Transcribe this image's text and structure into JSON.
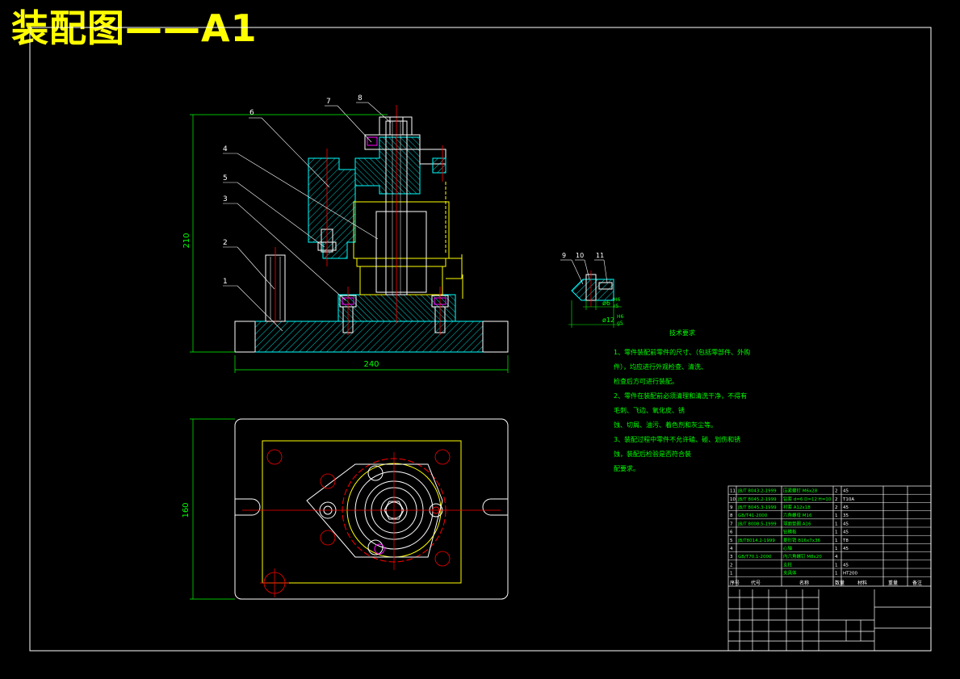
{
  "title": "装配图——A1",
  "dims": {
    "height": "210",
    "width": "240",
    "plan_height": "160"
  },
  "detail_dims": {
    "d1": "ø6",
    "d1_fit": "H6",
    "d1_fit2": "r5",
    "d2": "ø12",
    "d2_fit": "H6",
    "d2_fit2": "g5"
  },
  "part_labels": [
    "1",
    "2",
    "3",
    "4",
    "5",
    "6",
    "7",
    "8",
    "9",
    "10",
    "11"
  ],
  "tech_notes": {
    "heading": "技术要求",
    "lines": [
      "1、零件装配前零件的尺寸、（包括零部件、外购件），均应进行外观检查、清洗、",
      "检查后方可进行装配。",
      "2、零件在装配前必须清理和清洗干净，不得有毛刺、飞边、氧化皮、锈",
      "蚀、切屑、油污、着色剂和灰尘等。",
      "3、装配过程中零件不允许磕、碰、划伤和锈蚀，装配后检验是否符合装",
      "配要求。"
    ]
  },
  "bom": [
    {
      "no": "11",
      "code": "JB/T 8043.2-1999",
      "name": "压紧螺钉 M6x28",
      "qty": "2",
      "mat": "45"
    },
    {
      "no": "10",
      "code": "JB/T 8045.2-1999",
      "name": "钻套 d=6 D=12 H=10",
      "qty": "2",
      "mat": "T10A"
    },
    {
      "no": "9",
      "code": "JB/T 8045.3-1999",
      "name": "衬套 A12x18",
      "qty": "2",
      "mat": "45"
    },
    {
      "no": "8",
      "code": "GB/T41-2000",
      "name": "六角螺母 M16",
      "qty": "1",
      "mat": "35"
    },
    {
      "no": "7",
      "code": "JB/T 8008.5-1999",
      "name": "球面垫圈 A16",
      "qty": "1",
      "mat": "45"
    },
    {
      "no": "6",
      "code": "",
      "name": "钻模板",
      "qty": "1",
      "mat": "45"
    },
    {
      "no": "5",
      "code": "JB/T8014.2-1999",
      "name": "菱形销 B16x7x36",
      "qty": "1",
      "mat": "T8"
    },
    {
      "no": "4",
      "code": "",
      "name": "心轴",
      "qty": "1",
      "mat": "45"
    },
    {
      "no": "3",
      "code": "GB/T70.1-2000",
      "name": "内六角螺钉 M8x20",
      "qty": "4",
      "mat": ""
    },
    {
      "no": "2",
      "code": "",
      "name": "支柱",
      "qty": "1",
      "mat": "45"
    },
    {
      "no": "1",
      "code": "",
      "name": "夹具体",
      "qty": "1",
      "mat": "HT200"
    }
  ],
  "bom_header": {
    "no": "序号",
    "code": "代号",
    "name": "名称",
    "qty": "数量",
    "mat": "材料",
    "weight": "重量",
    "remark": "备注"
  },
  "colors": {
    "frame": "#ffffff",
    "section": "#00ffff",
    "green": "#00ff00",
    "yellow": "#ffff00",
    "red": "#ff0000",
    "magenta": "#ff00ff"
  }
}
